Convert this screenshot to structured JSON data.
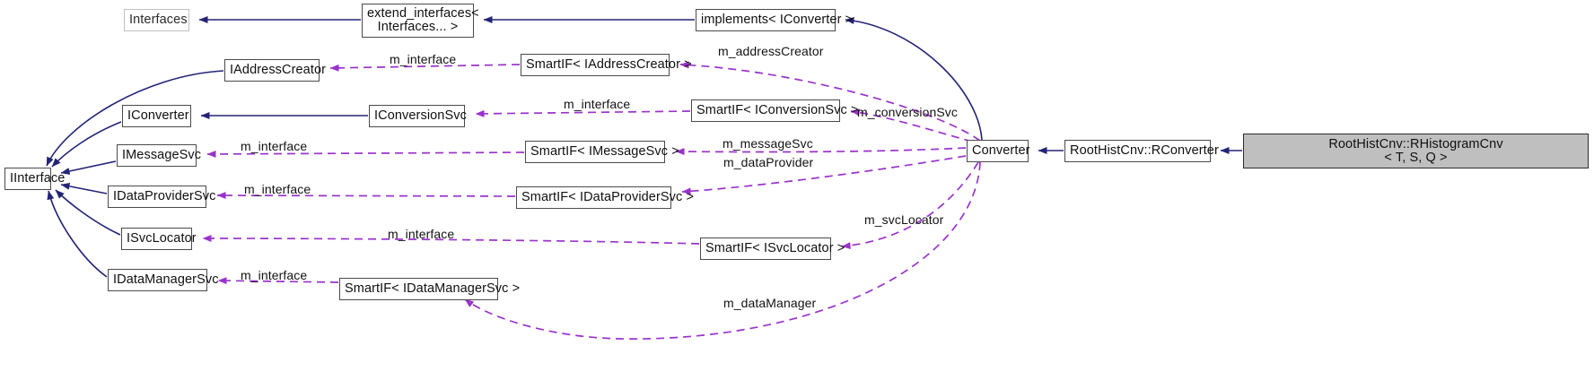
{
  "diagram": {
    "title": "Collaboration diagram for RootHistCnv::RHistogramCnv< T, S, Q >",
    "type": "uml-collaboration-graph",
    "colors": {
      "inheritance_edge": "#232377",
      "usage_edge": "#9a32cd",
      "node_border": "#4a4a4a",
      "node_fill": "#ffffff",
      "highlight_fill": "#bfbfbf",
      "faded_border": "#c0c0c0"
    },
    "nodes": [
      {
        "id": "interfaces",
        "label": "Interfaces",
        "style": "faded"
      },
      {
        "id": "extend_interfaces",
        "label": "extend_interfaces<\nInterfaces... >",
        "style": "normal"
      },
      {
        "id": "implements_iconverter",
        "label": "implements< IConverter >",
        "style": "normal"
      },
      {
        "id": "iaddresscreator",
        "label": "IAddressCreator",
        "style": "normal"
      },
      {
        "id": "smartif_iaddresscreator",
        "label": "SmartIF< IAddressCreator >",
        "style": "normal"
      },
      {
        "id": "iconverter",
        "label": "IConverter",
        "style": "normal"
      },
      {
        "id": "iconversionsvc",
        "label": "IConversionSvc",
        "style": "normal"
      },
      {
        "id": "smartif_iconversionsvc",
        "label": "SmartIF< IConversionSvc >",
        "style": "normal"
      },
      {
        "id": "imessagesvc",
        "label": "IMessageSvc",
        "style": "normal"
      },
      {
        "id": "smartif_imessagesvc",
        "label": "SmartIF< IMessageSvc >",
        "style": "normal"
      },
      {
        "id": "iinterface",
        "label": "IInterface",
        "style": "normal"
      },
      {
        "id": "idataprovidersvc",
        "label": "IDataProviderSvc",
        "style": "normal"
      },
      {
        "id": "smartif_idataprovidersvc",
        "label": "SmartIF< IDataProviderSvc >",
        "style": "normal"
      },
      {
        "id": "isvclocator",
        "label": "ISvcLocator",
        "style": "normal"
      },
      {
        "id": "smartif_isvclocator",
        "label": "SmartIF< ISvcLocator >",
        "style": "normal"
      },
      {
        "id": "idatamanagersvc",
        "label": "IDataManagerSvc",
        "style": "normal"
      },
      {
        "id": "smartif_idatamanagersvc",
        "label": "SmartIF< IDataManagerSvc >",
        "style": "normal"
      },
      {
        "id": "converter",
        "label": "Converter",
        "style": "normal"
      },
      {
        "id": "rconverter",
        "label": "RootHistCnv::RConverter",
        "style": "normal"
      },
      {
        "id": "rhistogramcnv",
        "label": "RootHistCnv::RHistogramCnv\n< T, S, Q >",
        "style": "highlight"
      }
    ],
    "edge_labels": [
      {
        "id": "m_interface_addresscreator",
        "text": "m_interface"
      },
      {
        "id": "m_addressCreator",
        "text": "m_addressCreator"
      },
      {
        "id": "m_interface_conversionsvc",
        "text": "m_interface"
      },
      {
        "id": "m_conversionSvc",
        "text": "m_conversionSvc"
      },
      {
        "id": "m_interface_messagesvc",
        "text": "m_interface"
      },
      {
        "id": "m_messageSvc",
        "text": "m_messageSvc"
      },
      {
        "id": "m_interface_dataprovidersvc",
        "text": "m_interface"
      },
      {
        "id": "m_dataProvider",
        "text": "m_dataProvider"
      },
      {
        "id": "m_interface_svclocator",
        "text": "m_interface"
      },
      {
        "id": "m_svcLocator",
        "text": "m_svcLocator"
      },
      {
        "id": "m_interface_datamanagersvc",
        "text": "m_interface"
      },
      {
        "id": "m_dataManager",
        "text": "m_dataManager"
      }
    ],
    "edges": [
      {
        "from": "extend_interfaces",
        "to": "interfaces",
        "kind": "inheritance"
      },
      {
        "from": "implements_iconverter",
        "to": "extend_interfaces",
        "kind": "inheritance"
      },
      {
        "from": "converter",
        "to": "implements_iconverter",
        "kind": "inheritance"
      },
      {
        "from": "iaddresscreator",
        "to": "iinterface",
        "kind": "inheritance"
      },
      {
        "from": "iconverter",
        "to": "iinterface",
        "kind": "inheritance"
      },
      {
        "from": "iconversionsvc",
        "to": "iconverter",
        "kind": "inheritance"
      },
      {
        "from": "imessagesvc",
        "to": "iinterface",
        "kind": "inheritance"
      },
      {
        "from": "idataprovidersvc",
        "to": "iinterface",
        "kind": "inheritance"
      },
      {
        "from": "isvclocator",
        "to": "iinterface",
        "kind": "inheritance"
      },
      {
        "from": "idatamanagersvc",
        "to": "iinterface",
        "kind": "inheritance"
      },
      {
        "from": "rconverter",
        "to": "converter",
        "kind": "inheritance"
      },
      {
        "from": "rhistogramcnv",
        "to": "rconverter",
        "kind": "inheritance"
      },
      {
        "from": "smartif_iaddresscreator",
        "to": "iaddresscreator",
        "kind": "usage",
        "label": "m_interface"
      },
      {
        "from": "converter",
        "to": "smartif_iaddresscreator",
        "kind": "usage",
        "label": "m_addressCreator"
      },
      {
        "from": "smartif_iconversionsvc",
        "to": "iconversionsvc",
        "kind": "usage",
        "label": "m_interface"
      },
      {
        "from": "converter",
        "to": "smartif_iconversionsvc",
        "kind": "usage",
        "label": "m_conversionSvc"
      },
      {
        "from": "smartif_imessagesvc",
        "to": "imessagesvc",
        "kind": "usage",
        "label": "m_interface"
      },
      {
        "from": "converter",
        "to": "smartif_imessagesvc",
        "kind": "usage",
        "label": "m_messageSvc"
      },
      {
        "from": "smartif_idataprovidersvc",
        "to": "idataprovidersvc",
        "kind": "usage",
        "label": "m_interface"
      },
      {
        "from": "converter",
        "to": "smartif_idataprovidersvc",
        "kind": "usage",
        "label": "m_dataProvider"
      },
      {
        "from": "smartif_isvclocator",
        "to": "isvclocator",
        "kind": "usage",
        "label": "m_interface"
      },
      {
        "from": "converter",
        "to": "smartif_isvclocator",
        "kind": "usage",
        "label": "m_svcLocator"
      },
      {
        "from": "smartif_idatamanagersvc",
        "to": "idatamanagersvc",
        "kind": "usage",
        "label": "m_interface"
      },
      {
        "from": "converter",
        "to": "smartif_idatamanagersvc",
        "kind": "usage",
        "label": "m_dataManager"
      }
    ]
  }
}
